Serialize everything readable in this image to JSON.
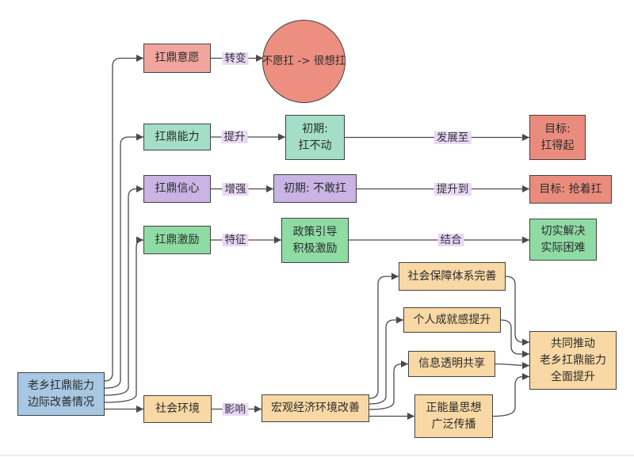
{
  "diagram": {
    "title_implicit": "老乡扛鼎能力边际改善情况",
    "colors": {
      "pink": "#f0a69f",
      "salmon": "#ea8c7d",
      "circle_salmon": "#ec8f80",
      "teal": "#a4dec9",
      "purple": "#c9b4e4",
      "green": "#8edca4",
      "orange": "#f8d8a4",
      "blue": "#a7c7e3",
      "edge_label_bg": "#e9d7f6",
      "node_stroke": "#424242",
      "line_stroke": "#4a4a4a"
    },
    "nodes": {
      "root": {
        "label": "老乡扛鼎能力\n边际改善情况"
      },
      "yiyuan": {
        "label": "扛鼎意愿"
      },
      "yiyuan_result": {
        "label": "不愿扛 -> 很想扛"
      },
      "nengli": {
        "label": "扛鼎能力"
      },
      "nengli_initial": {
        "label": "初期:\n扛不动"
      },
      "nengli_goal": {
        "label": "目标:\n扛得起"
      },
      "xinxin": {
        "label": "扛鼎信心"
      },
      "xinxin_initial": {
        "label": "初期: 不敢扛"
      },
      "xinxin_goal": {
        "label": "目标: 抢着扛"
      },
      "jili": {
        "label": "扛鼎激励"
      },
      "jili_feature": {
        "label": "政策引导\n积极激励"
      },
      "jili_result": {
        "label": "切实解决\n实际困难"
      },
      "shehui": {
        "label": "社会环境"
      },
      "hongguan": {
        "label": "宏观经济环境改善"
      },
      "baozhang": {
        "label": "社会保障体系完善"
      },
      "chengjiu": {
        "label": "个人成就感提升"
      },
      "xinxi": {
        "label": "信息透明共享"
      },
      "zhengnengliang": {
        "label": "正能量思想\n广泛传播"
      },
      "gongtong": {
        "label": "共同推动\n老乡扛鼎能力\n全面提升"
      }
    },
    "edges": [
      {
        "from": "root",
        "to": "yiyuan"
      },
      {
        "from": "root",
        "to": "nengli"
      },
      {
        "from": "root",
        "to": "xinxin"
      },
      {
        "from": "root",
        "to": "jili"
      },
      {
        "from": "root",
        "to": "shehui"
      },
      {
        "from": "yiyuan",
        "to": "yiyuan_result",
        "label": "转变"
      },
      {
        "from": "nengli",
        "to": "nengli_initial",
        "label": "提升"
      },
      {
        "from": "nengli_initial",
        "to": "nengli_goal",
        "label": "发展至"
      },
      {
        "from": "xinxin",
        "to": "xinxin_initial",
        "label": "增强"
      },
      {
        "from": "xinxin_initial",
        "to": "xinxin_goal",
        "label": "提升到"
      },
      {
        "from": "jili",
        "to": "jili_feature",
        "label": "特征"
      },
      {
        "from": "jili_feature",
        "to": "jili_result",
        "label": "结合"
      },
      {
        "from": "shehui",
        "to": "hongguan",
        "label": "影响"
      },
      {
        "from": "hongguan",
        "to": "baozhang"
      },
      {
        "from": "hongguan",
        "to": "chengjiu"
      },
      {
        "from": "hongguan",
        "to": "xinxi"
      },
      {
        "from": "hongguan",
        "to": "zhengnengliang"
      },
      {
        "from": "baozhang",
        "to": "gongtong"
      },
      {
        "from": "chengjiu",
        "to": "gongtong"
      },
      {
        "from": "xinxi",
        "to": "gongtong"
      },
      {
        "from": "zhengnengliang",
        "to": "gongtong"
      }
    ]
  }
}
